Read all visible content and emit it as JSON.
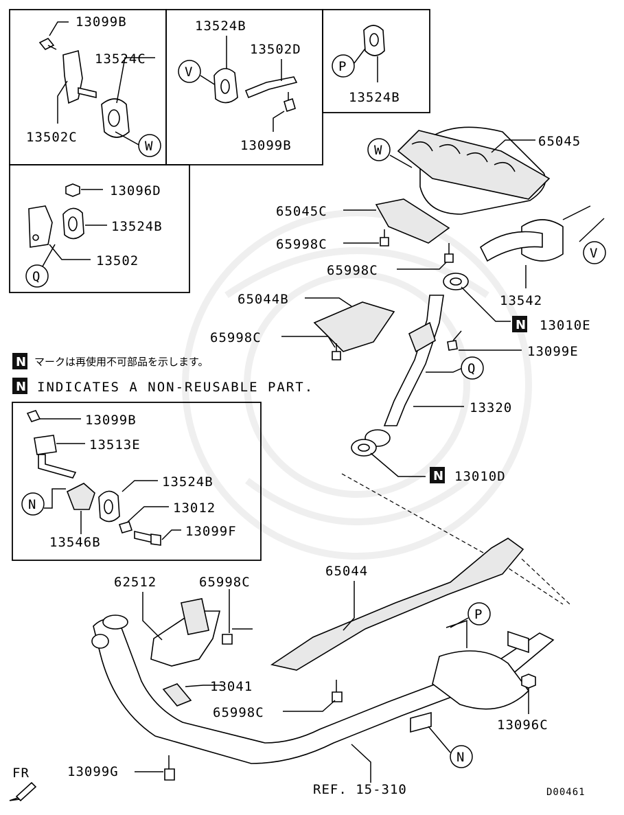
{
  "diagram_id": "D00461",
  "notes": {
    "japanese": "マークは再使用不可部品を示します。",
    "english": "INDICATES A NON-REUSABLE PART.",
    "badge_letter": "N"
  },
  "direction": {
    "label": "FR"
  },
  "reference": "REF. 15-310",
  "callouts": {
    "P": "P",
    "Q": "Q",
    "V": "V",
    "W": "W",
    "N": "N"
  },
  "labels": {
    "p13099B_a": "13099B",
    "p13524C": "13524C",
    "p13502C": "13502C",
    "p13524B_a": "13524B",
    "p13502D": "13502D",
    "p13099B_b": "13099B",
    "p13524B_b": "13524B",
    "p13096D": "13096D",
    "p13524B_c": "13524B",
    "p13502": "13502",
    "p65045": "65045",
    "p65045C": "65045C",
    "p65998C_a": "65998C",
    "p65998C_b": "65998C",
    "p13542": "13542",
    "p13010E": "13010E",
    "p65044B": "65044B",
    "p65998C_c": "65998C",
    "p13099E": "13099E",
    "p13320": "13320",
    "p13010D": "13010D",
    "p13099B_c": "13099B",
    "p13513E": "13513E",
    "p13524B_d": "13524B",
    "p13012": "13012",
    "p13099F": "13099F",
    "p13546B": "13546B",
    "p65044": "65044",
    "p62512": "62512",
    "p65998C_d": "65998C",
    "p13041": "13041",
    "p65998C_e": "65998C",
    "p13096C": "13096C",
    "p13099G": "13099G"
  }
}
